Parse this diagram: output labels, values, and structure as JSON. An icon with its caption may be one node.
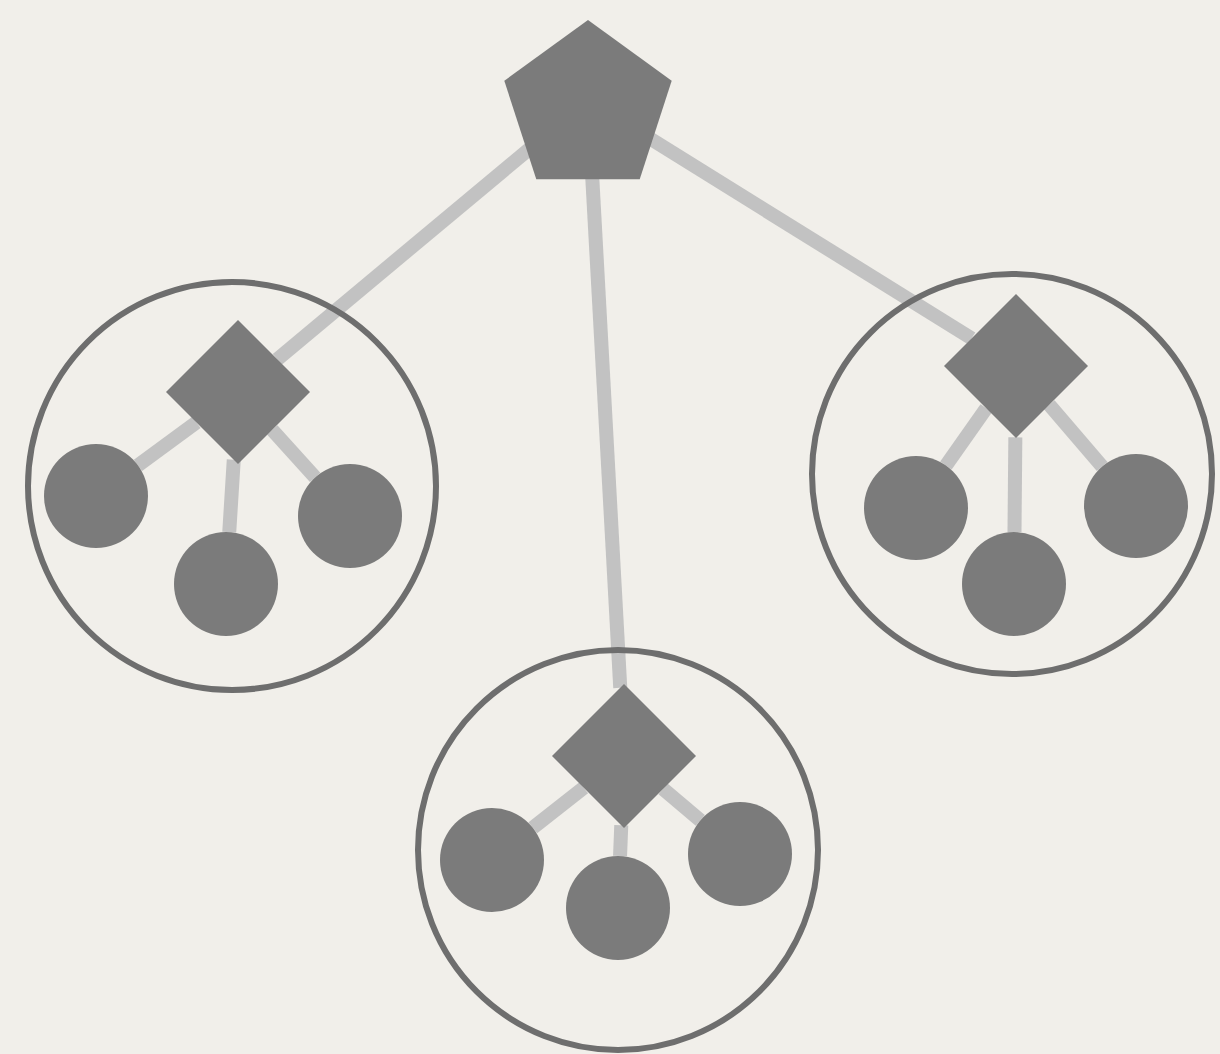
{
  "diagram": {
    "nodes": [
      {
        "text": [],
        "shape": "pentagon"
      },
      {
        "text": [],
        "shape": "circle"
      },
      {
        "text": [],
        "shape": "diamond",
        "in": 1
      },
      {
        "text": [],
        "shape": "circle",
        "in": 1
      },
      {
        "text": [],
        "shape": "circle",
        "in": 1
      },
      {
        "text": [],
        "shape": "circle",
        "in": 1
      },
      {
        "text": [],
        "shape": "circle"
      },
      {
        "text": [],
        "shape": "diamond",
        "in": 6
      },
      {
        "text": [],
        "shape": "circle",
        "in": 6
      },
      {
        "text": [],
        "shape": "circle",
        "in": 6
      },
      {
        "text": [],
        "shape": "circle",
        "in": 6
      },
      {
        "text": [],
        "shape": "circle"
      },
      {
        "text": [],
        "shape": "diamond",
        "in": 11
      },
      {
        "text": [],
        "shape": "circle",
        "in": 11
      },
      {
        "text": [],
        "shape": "circle",
        "in": 11
      },
      {
        "text": [],
        "shape": "circle",
        "in": 11
      }
    ],
    "edges": [
      {
        "from": 0,
        "to": 2,
        "arrow": "none"
      },
      {
        "from": 0,
        "to": 12,
        "arrow": "none"
      },
      {
        "from": 0,
        "to": 7,
        "arrow": "none"
      },
      {
        "from": 2,
        "to": 3,
        "arrow": "none"
      },
      {
        "from": 2,
        "to": 4,
        "arrow": "none"
      },
      {
        "from": 2,
        "to": 5,
        "arrow": "none"
      },
      {
        "from": 7,
        "to": 8,
        "arrow": "none"
      },
      {
        "from": 7,
        "to": 9,
        "arrow": "none"
      },
      {
        "from": 7,
        "to": 10,
        "arrow": "none"
      },
      {
        "from": 12,
        "to": 13,
        "arrow": "none"
      },
      {
        "from": 12,
        "to": 14,
        "arrow": "none"
      },
      {
        "from": 12,
        "to": 15,
        "arrow": "none"
      }
    ]
  }
}
